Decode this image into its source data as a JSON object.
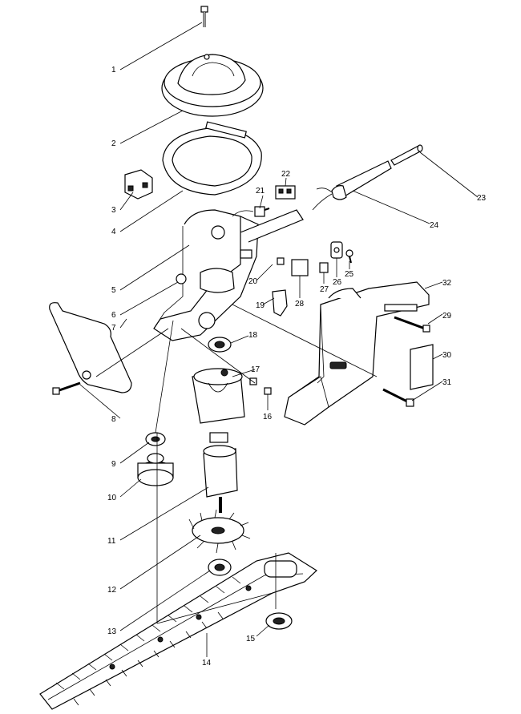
{
  "callouts": [
    {
      "id": "p1",
      "text": "1"
    },
    {
      "id": "p2",
      "text": "2"
    },
    {
      "id": "p3",
      "text": "3"
    },
    {
      "id": "p4",
      "text": "4"
    },
    {
      "id": "p5",
      "text": "5"
    },
    {
      "id": "p6",
      "text": "6"
    },
    {
      "id": "p7",
      "text": "7"
    },
    {
      "id": "p8",
      "text": "8"
    },
    {
      "id": "p9",
      "text": "9"
    },
    {
      "id": "p10",
      "text": "10"
    },
    {
      "id": "p11",
      "text": "11"
    },
    {
      "id": "p12",
      "text": "12"
    },
    {
      "id": "p13",
      "text": "13"
    },
    {
      "id": "p14",
      "text": "14"
    },
    {
      "id": "p15",
      "text": "15"
    },
    {
      "id": "p16",
      "text": "16"
    },
    {
      "id": "p17",
      "text": "17"
    },
    {
      "id": "p18",
      "text": "18"
    },
    {
      "id": "p19",
      "text": "19"
    },
    {
      "id": "p20",
      "text": "20"
    },
    {
      "id": "p21",
      "text": "21"
    },
    {
      "id": "p22",
      "text": "22"
    },
    {
      "id": "p23",
      "text": "23"
    },
    {
      "id": "p24",
      "text": "24"
    },
    {
      "id": "p25",
      "text": "25"
    },
    {
      "id": "p26",
      "text": "26"
    },
    {
      "id": "p27",
      "text": "27"
    },
    {
      "id": "p28",
      "text": "28"
    },
    {
      "id": "p29",
      "text": "29"
    },
    {
      "id": "p30",
      "text": "30"
    },
    {
      "id": "p31",
      "text": "31"
    },
    {
      "id": "p32",
      "text": "32"
    }
  ]
}
